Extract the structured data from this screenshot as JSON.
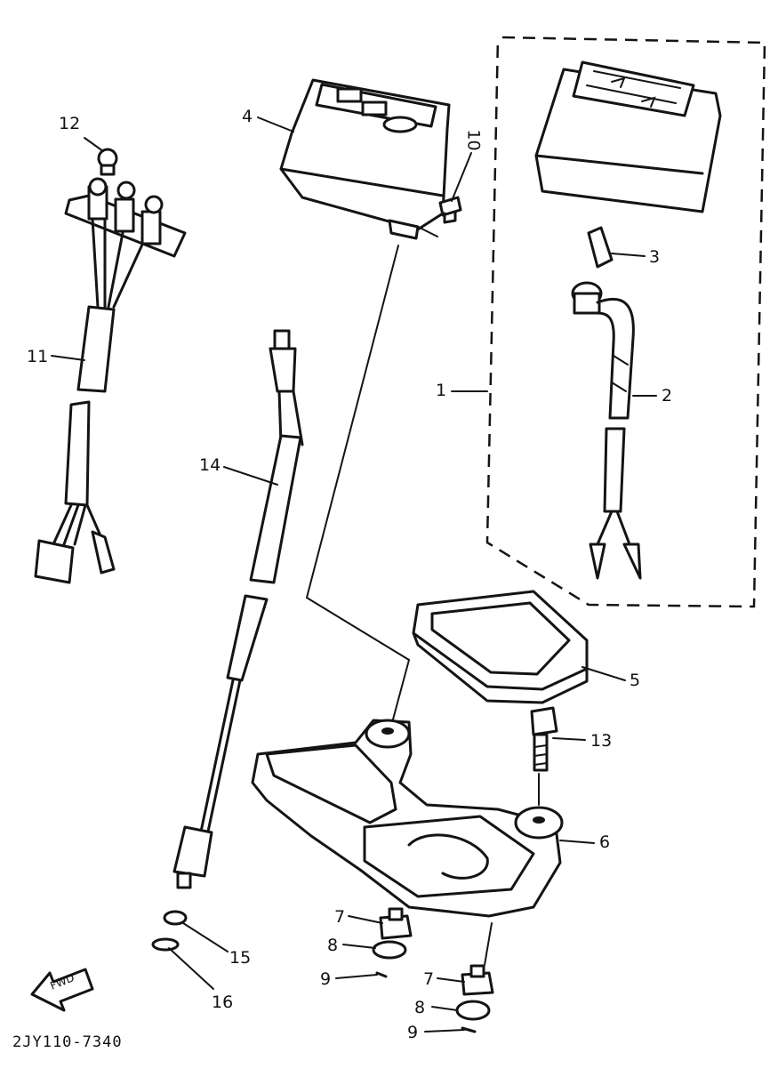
{
  "diagram": {
    "drawing_code": "2JY110-7340",
    "fwd_label": "FWD",
    "callouts": [
      {
        "id": "c1",
        "text": "1"
      },
      {
        "id": "c2",
        "text": "2"
      },
      {
        "id": "c3",
        "text": "3"
      },
      {
        "id": "c4",
        "text": "4"
      },
      {
        "id": "c5",
        "text": "5"
      },
      {
        "id": "c6",
        "text": "6"
      },
      {
        "id": "c7a",
        "text": "7"
      },
      {
        "id": "c7b",
        "text": "7"
      },
      {
        "id": "c8a",
        "text": "8"
      },
      {
        "id": "c8b",
        "text": "8"
      },
      {
        "id": "c9a",
        "text": "9"
      },
      {
        "id": "c9b",
        "text": "9"
      },
      {
        "id": "c10",
        "text": "10"
      },
      {
        "id": "c11",
        "text": "11"
      },
      {
        "id": "c12",
        "text": "12"
      },
      {
        "id": "c13",
        "text": "13"
      },
      {
        "id": "c14",
        "text": "14"
      },
      {
        "id": "c15",
        "text": "15"
      },
      {
        "id": "c16",
        "text": "16"
      }
    ]
  }
}
